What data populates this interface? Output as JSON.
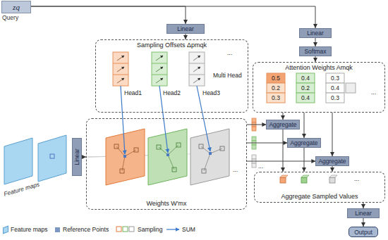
{
  "diagram": {
    "nodes": [
      {
        "text": [
          "zq",
          "Query"
        ]
      },
      {
        "text": [
          "Linear"
        ]
      },
      {
        "text": [
          "Linear"
        ]
      },
      {
        "text": [
          "Softmax"
        ]
      },
      {
        "text": [
          "Sampling Offsets Δpmqk"
        ]
      },
      {
        "text": [
          "Attention Weights Amqk"
        ]
      },
      {
        "text": [
          "Linear"
        ]
      },
      {
        "text": [
          "Weights W′mx"
        ]
      },
      {
        "text": [
          "Aggregate"
        ]
      },
      {
        "text": [
          "Aggregate"
        ]
      },
      {
        "text": [
          "Aggregate"
        ]
      },
      {
        "text": [
          "Aggregate Sampled Values"
        ]
      },
      {
        "text": [
          "Linear"
        ]
      },
      {
        "text": [
          "Output"
        ]
      }
    ],
    "edges": [
      {
        "from": 0,
        "to": 1,
        "arrow": "to"
      },
      {
        "from": 0,
        "to": 2,
        "arrow": "to"
      },
      {
        "from": 1,
        "to": 4,
        "arrow": "to"
      },
      {
        "from": 2,
        "to": 3,
        "arrow": "to"
      },
      {
        "from": 3,
        "to": 5,
        "arrow": "to"
      },
      {
        "from": 6,
        "to": 7,
        "arrow": "to"
      },
      {
        "from": 7,
        "to": 8,
        "arrow": "to"
      },
      {
        "from": 7,
        "to": 9,
        "arrow": "to"
      },
      {
        "from": 7,
        "to": 10,
        "arrow": "to"
      },
      {
        "from": 5,
        "to": 8,
        "arrow": "to"
      },
      {
        "from": 5,
        "to": 9,
        "arrow": "to"
      },
      {
        "from": 5,
        "to": 10,
        "arrow": "to"
      },
      {
        "from": 8,
        "to": 11,
        "arrow": "to"
      },
      {
        "from": 9,
        "to": 11,
        "arrow": "to"
      },
      {
        "from": 10,
        "to": 11,
        "arrow": "to"
      },
      {
        "from": 11,
        "to": 12,
        "arrow": "to"
      },
      {
        "from": 12,
        "to": 13,
        "arrow": "to"
      }
    ],
    "labels": [
      "Head1",
      "Head2",
      "Head3",
      "Multi Head",
      "...",
      "0.5",
      "0.2",
      "0.3",
      "0.4",
      "0.2",
      "0.4",
      "0.3",
      "0.4",
      "0.3",
      "...",
      "Feature maps",
      "...",
      "...",
      "..."
    ],
    "legend": [
      {
        "text": "Feature maps",
        "color": "#a9d6f0"
      },
      {
        "text": "Reference Points",
        "color": "#7d97c4"
      },
      {
        "text": "Sampling"
      },
      {
        "text": "SUM"
      }
    ]
  }
}
